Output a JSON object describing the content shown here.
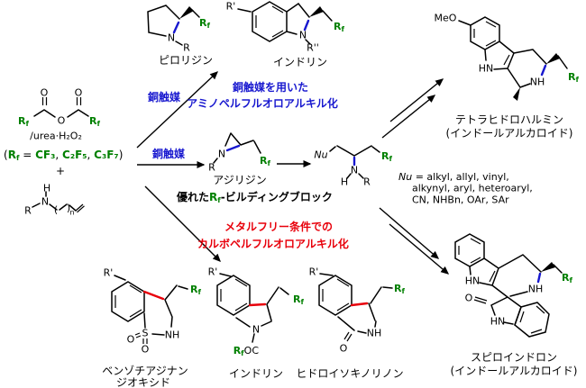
{
  "colors": {
    "green": "#008000",
    "blue": "#1818cf",
    "red": "#e8000b"
  },
  "rf": {
    "b": "R",
    "s": "f"
  },
  "atoms": {
    "O": "O",
    "N": "N",
    "H": "H",
    "R": "R",
    "S": "S",
    "NH": "NH",
    "HN": "HN",
    "R_prime": "R'",
    "R_dprime": "R''",
    "MeO": "MeO",
    "Nu": "Nu",
    "OC": "OC",
    "n": "n",
    "paren_open": "(",
    "paren_close": ")"
  },
  "reagent": {
    "urea": "/urea·H₂O₂",
    "def_open": "(",
    "def_eq": " = ",
    "def_f1": "CF₃",
    "def_sep1": ", ",
    "def_f2": "C₂F₅",
    "def_sep2": ", ",
    "def_f3": "C₃F₇",
    "def_close": ")",
    "plus": "+"
  },
  "conditions": {
    "cu": "銅触媒",
    "blue1": "銅触媒を用いた",
    "blue2": "アミノペルフルオロアルキル化",
    "block_pre": "優れた",
    "block_post": "-ビルディングブロック",
    "red1": "メタルフリー条件での",
    "red2": "カルボペルフルオロアルキル化"
  },
  "nu_scope": {
    "l1_nu": "Nu",
    "l1_rest": " = alkyl, allyl, vinyl,",
    "l2": "alkynyl, aryl, heteroaryl,",
    "l3": "CN, NHBn, OAr, SAr"
  },
  "products": {
    "pyrrolidine": "ピロリジン",
    "indoline_top": "インドリン",
    "aziridine": "アジリジン",
    "thh": "テトラヒドロハルミン",
    "thh_sub": "(インドールアルカロイド)",
    "spiro": "スピロインドロン",
    "spiro_sub": "(インドールアルカロイド)",
    "benzo1": "ベンゾチアジナン",
    "benzo2": "ジオキシド",
    "indoline_bottom": "インドリン",
    "hiq": "ヒドロイソキノリノン"
  }
}
